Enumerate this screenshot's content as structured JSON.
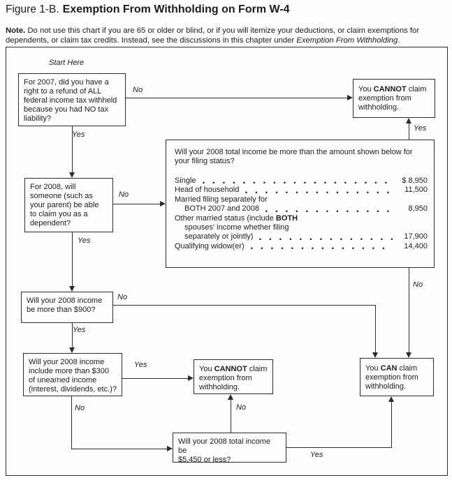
{
  "title": {
    "prefix": "Figure 1-B.",
    "main": "Exemption From Withholding on Form W-4"
  },
  "note": {
    "label": "Note.",
    "body": " Do not use this chart if you are 65 or older or blind, or if you will itemize your deductions, or claim exemptions for dependents, or claim tax credits. Instead, see the discussions in this chapter under ",
    "italic": "Exemption From Withholding",
    "end": "."
  },
  "flowchart": {
    "start_label": "Start Here",
    "boxes": {
      "refund_2007": "For 2007, did you have a\nright to a refund of ALL\nfederal income tax withheld\nbecause you had NO tax\nliability?",
      "dependent": "For 2008, will\nsomeone (such as\nyour parent) be able\nto claim you as a\ndependent?",
      "income_900": "Will your 2008 income\nbe more than $900?",
      "unearned": "Will your 2008 income\ninclude more than $300\nof unearned income\n(interest, dividends, etc.)?",
      "total_5450": "Will your 2008 total income be\n$5,450 or less?"
    },
    "results": {
      "cannot_top": {
        "pre": "You ",
        "bold": "CANNOT",
        "post": " claim\nexemption from\nwithholding."
      },
      "cannot_mid": {
        "pre": "You ",
        "bold": "CANNOT",
        "post": " claim\nexemption from\nwithholding."
      },
      "can": {
        "pre": "You ",
        "bold": "CAN",
        "post": " claim\nexemption from\nwithholding."
      }
    },
    "income_table": {
      "heading": "Will your 2008 total income be more than the amount shown below for\nyour filing status?",
      "rows": [
        {
          "pre": "Single",
          "bold": "",
          "amount": "$ 8,950",
          "indent": 0
        },
        {
          "pre": "Head of household",
          "bold": "",
          "amount": "11,500",
          "indent": 0
        },
        {
          "pre": "Married filing separately for",
          "bold": "",
          "amount": "",
          "indent": 0
        },
        {
          "pre": "BOTH 2007 and 2008",
          "bold": "",
          "amount": "8,950",
          "indent": 1
        },
        {
          "pre": "Other married status (include ",
          "bold": "BOTH",
          "amount": "",
          "indent": 0
        },
        {
          "pre": "spouses' income whether filing",
          "bold": "",
          "amount": "",
          "indent": 1
        },
        {
          "pre": "separately or jointly)",
          "bold": "",
          "amount": "17,900",
          "indent": 1
        },
        {
          "pre": "Qualifying widow(er)",
          "bold": "",
          "amount": "14,400",
          "indent": 0
        }
      ]
    },
    "edges": {
      "refund_no": "No",
      "refund_yes": "Yes",
      "dependent_no": "No",
      "dependent_yes": "Yes",
      "table_yes": "Yes",
      "table_no": "No",
      "income900_no": "No",
      "income900_yes": "Yes",
      "unearned_yes": "Yes",
      "unearned_no": "No",
      "total5450_no": "No",
      "total5450_yes": "Yes"
    }
  }
}
